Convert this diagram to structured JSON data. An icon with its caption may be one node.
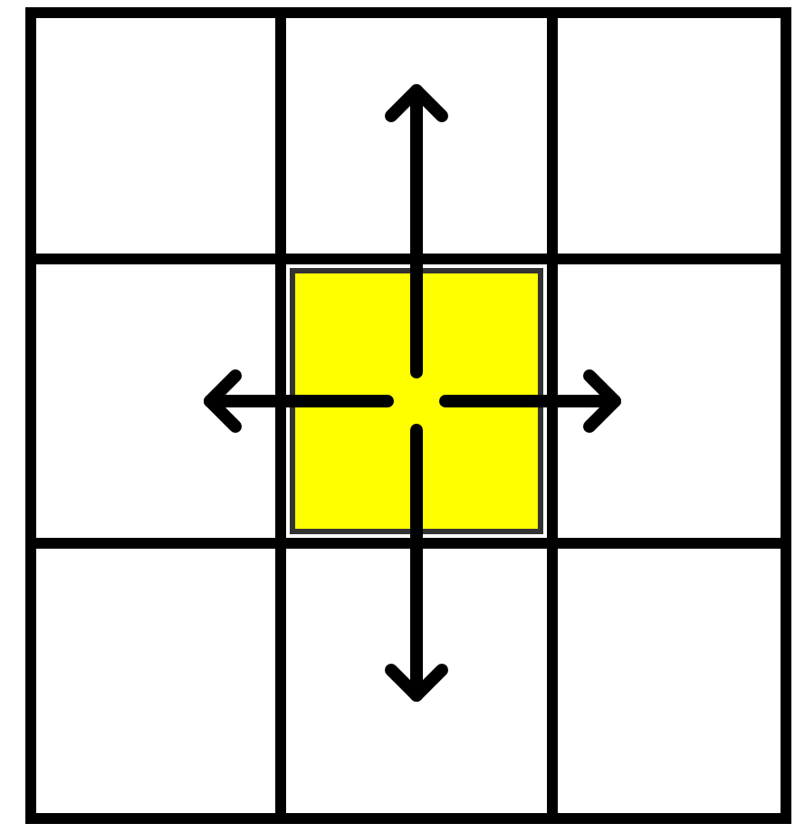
{
  "diagram": {
    "nodes": [
      {
        "text": [],
        "shape": "box"
      },
      {
        "text": [],
        "shape": "box"
      },
      {
        "text": [],
        "shape": "box"
      },
      {
        "text": [],
        "shape": "box"
      },
      {
        "text": [],
        "shape": "box"
      },
      {
        "text": [],
        "shape": "box"
      },
      {
        "text": [],
        "shape": "box"
      },
      {
        "text": [],
        "shape": "box"
      },
      {
        "text": [],
        "shape": "box"
      }
    ],
    "edges": [
      {
        "from": 4,
        "to": 1,
        "arrow": "to"
      },
      {
        "from": 4,
        "to": 3,
        "arrow": "to"
      },
      {
        "from": 4,
        "to": 5,
        "arrow": "to"
      },
      {
        "from": 4,
        "to": 7,
        "arrow": "to"
      }
    ]
  }
}
